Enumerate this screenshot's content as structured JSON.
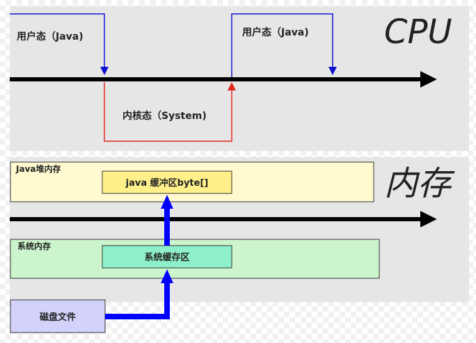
{
  "cpu_section": {
    "title": "CPU",
    "user_mode_left": "用户态（Java)",
    "user_mode_right": "用户态（Java)",
    "kernel_mode": "内核态（System)"
  },
  "memory_section": {
    "title": "内存",
    "java_heap_label": "Java堆内存",
    "java_buffer": "java 缓冲区byte[]",
    "system_memory_label": "系统内存",
    "system_buffer": "系统缓存区",
    "disk_file": "磁盘文件"
  },
  "colors": {
    "panel_bg": "#e6e6e6",
    "user_path": "#1010d0",
    "kernel_path": "#e0281e",
    "heap_bg": "#fffad0",
    "heap_buffer_bg": "#fff08a",
    "system_memory_bg": "#cdf5cd",
    "system_buffer_bg": "#8ef0c8",
    "disk_bg": "#d2d2fa",
    "data_flow": "#0000ff"
  }
}
